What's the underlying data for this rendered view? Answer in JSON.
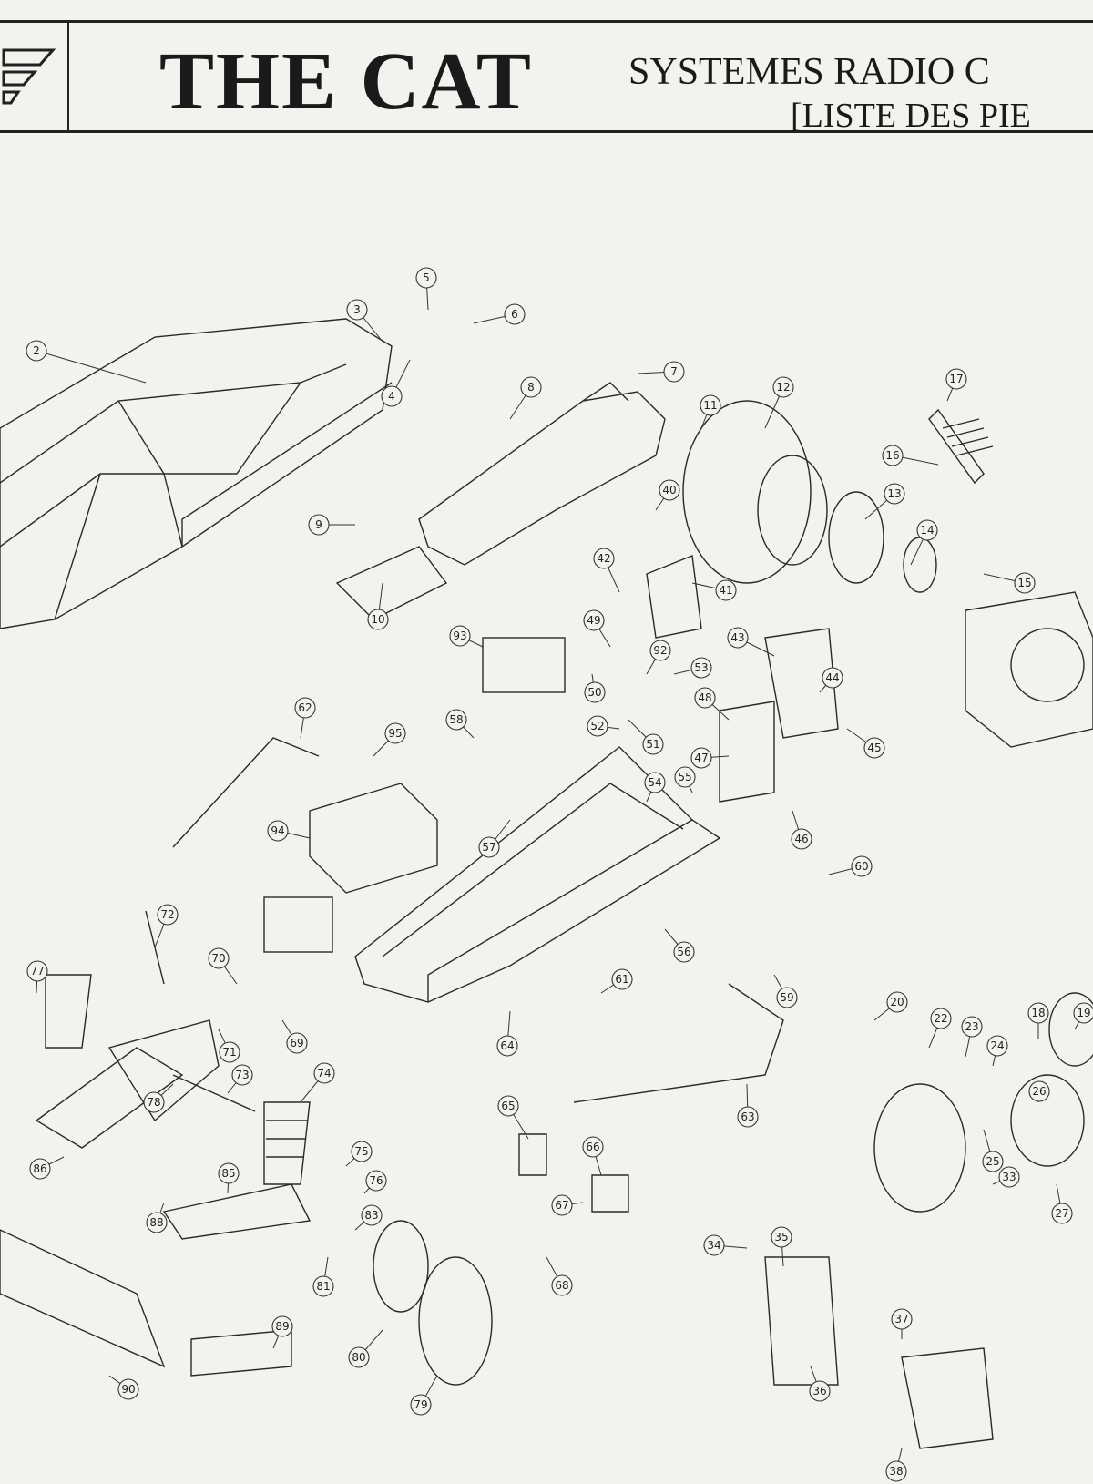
{
  "header": {
    "title": "THE CAT",
    "subtitle_line1": "SYSTEMES RADIO C",
    "subtitle_line2": "[LISTE DES PIE"
  },
  "callouts": [
    "2",
    "3",
    "4",
    "5",
    "6",
    "7",
    "8",
    "9",
    "10",
    "11",
    "12",
    "13",
    "14",
    "15",
    "16",
    "17",
    "18",
    "19",
    "20",
    "22",
    "23",
    "24",
    "25",
    "26",
    "27",
    "33",
    "34",
    "35",
    "36",
    "37",
    "38",
    "40",
    "41",
    "42",
    "43",
    "44",
    "45",
    "46",
    "47",
    "48",
    "49",
    "50",
    "51",
    "52",
    "53",
    "54",
    "55",
    "56",
    "57",
    "58",
    "59",
    "60",
    "61",
    "62",
    "63",
    "64",
    "65",
    "66",
    "67",
    "68",
    "69",
    "70",
    "71",
    "72",
    "73",
    "74",
    "75",
    "76",
    "77",
    "78",
    "79",
    "80",
    "81",
    "83",
    "85",
    "86",
    "88",
    "89",
    "90",
    "92",
    "93",
    "94",
    "95"
  ]
}
